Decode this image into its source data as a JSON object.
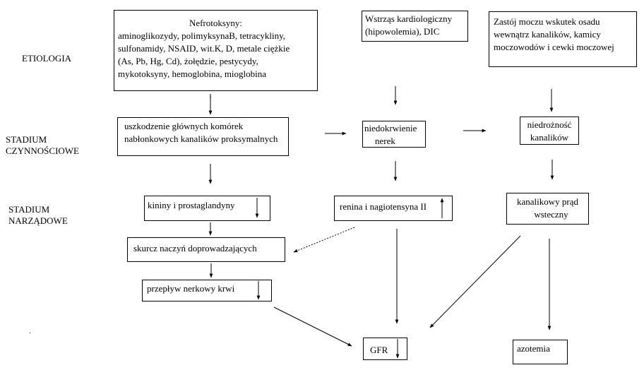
{
  "stages": {
    "etiology": "ETIOLOGIA",
    "functional": [
      "STADIUM",
      "CZYNNOŚCIOWE"
    ],
    "organ": [
      "STADIUM",
      "NARZĄDOWE"
    ]
  },
  "etiology": {
    "nephrotoxins": {
      "title": "Nefrotoksyny:",
      "lines": [
        "aminoglikozydy, polimyksynaB, tetracykliny,",
        "sulfonamidy, NSAID, wit.K, D, metale ciężkie",
        "(As, Pb, Hg, Cd), żołędzie, pestycydy,",
        "mykotoksyny, hemoglobina, mioglobina"
      ]
    },
    "shock": {
      "lines": [
        "Wstrząs kardiologiczny",
        "(hipowolemia), DIC"
      ]
    },
    "urine_stasis": {
      "lines": [
        "Zastój moczu wskutek osadu",
        "wewnątrz kanalików, kamicy",
        "moczowodów i cewki moczowej"
      ]
    }
  },
  "functional": {
    "cell_damage": {
      "lines": [
        "uszkodzenie głównych komórek",
        "nabłonkowych kanalików proksymalnych"
      ]
    },
    "ischemia": {
      "lines": [
        "niedokrwienie",
        "nerek"
      ]
    },
    "obstruction": {
      "lines": [
        "niedrożność",
        "kanalików"
      ]
    }
  },
  "organ": {
    "kinins": {
      "label": "kininy i prostaglandyny",
      "trend": "decrease"
    },
    "renin": {
      "label": "renina i nagiotensyna II",
      "trend": "increase"
    },
    "backflow": {
      "lines": [
        "kanalikowy prąd",
        "wsteczny"
      ]
    },
    "vasoconstriction": {
      "label": "skurcz naczyń doprowadzających"
    },
    "blood_flow": {
      "label": "przepływ nerkowy krwi",
      "trend": "decrease"
    },
    "gfr": {
      "label": "GFR",
      "trend": "decrease"
    },
    "azotemia": {
      "label": "azotemia"
    }
  }
}
